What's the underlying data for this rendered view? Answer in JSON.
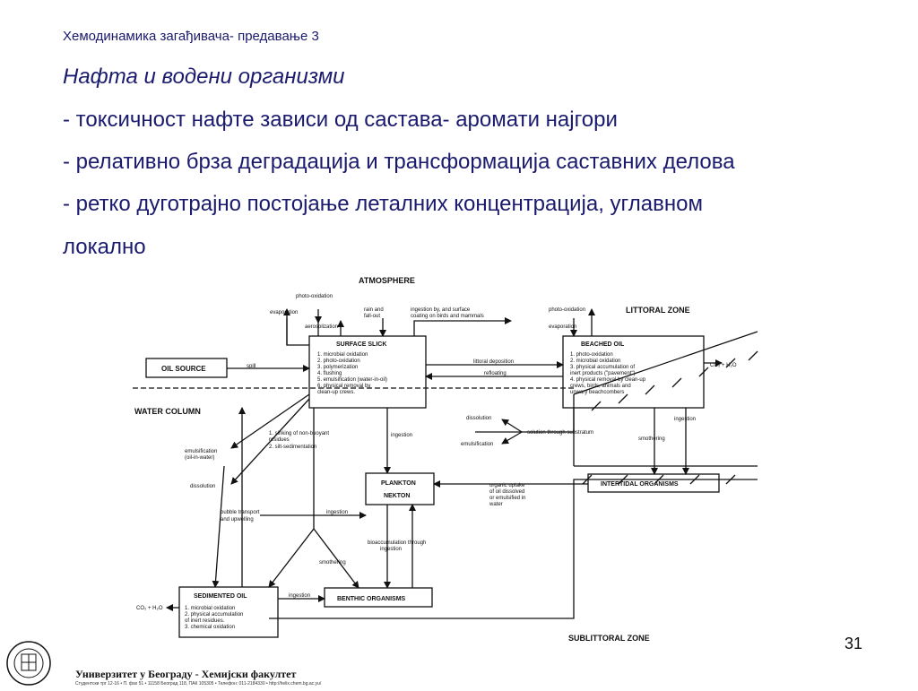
{
  "slide": {
    "header": "Хемодинамика загађивача- предавање 3",
    "title": "Нафта и водени организми",
    "bullets": [
      "- токсичност нафте зависи од састава- аромати најгори",
      "- релативно брза деградација и трансформација саставних делова",
      "- ретко дуготрајно постојање леталних концентрација, углавном",
      "локално"
    ],
    "page_number": "31"
  },
  "footer": {
    "university": "Универзитет у Београду - Хемијски факултет",
    "address": "Студентски трг 12-16 • П. фах 51 • 11158 Београд 118, ПАК 105305 • Телефон: 011-2184330 • http://helix.chem.bg.ac.yu/"
  },
  "diagram": {
    "zones": {
      "atmosphere": "ATMOSPHERE",
      "littoral": "LITTORAL ZONE",
      "water_column": "WATER COLUMN",
      "sublittoral": "SUBLITTORAL ZONE"
    },
    "boxes": {
      "oil_source": "OIL SOURCE",
      "surface_slick": {
        "title": "SURFACE SLICK",
        "items": [
          "1.  microbial oxidation",
          "2.  photo-oxidation",
          "3.  polymerization",
          "4.  flushing",
          "5.  emulsification (water-in-oil)",
          "6.  physical removal by",
          "     clean-up crews."
        ]
      },
      "beached_oil": {
        "title": "BEACHED OIL",
        "items": [
          "1.  photo-oxidation",
          "2.  microbial oxidation",
          "3.  physical accumulation of",
          "     inert products (\"pavement\")",
          "4.  physical removal by clean-up",
          "     crews, birds, animals and",
          "     unwary beachcombers"
        ]
      },
      "plankton_nekton": [
        "PLANKTON",
        "NEKTON"
      ],
      "intertidal": "INTERTIDAL ORGANISMS",
      "sedimented_oil": {
        "title": "SEDIMENTED OIL",
        "items": [
          "1.  microbial oxidation",
          "2.  physical accumulation",
          "     of inert residues.",
          "3.  chemical oxidation"
        ]
      },
      "benthic": "BENTHIC ORGANISMS"
    },
    "labels": {
      "photo_oxidation": "photo-oxidation",
      "evaporation": "evaporation",
      "aerosolization": "aerosolization",
      "rain_fallout": [
        "rain and",
        "fall-out"
      ],
      "ingestion_surface": [
        "ingestion by, and surface",
        "coating on birds and mammals"
      ],
      "photo_oxidation_2": "photo-oxidation",
      "evaporation_2": "evaporation",
      "spill": "spill",
      "littoral_deposition": "littoral deposition",
      "refloating": "refloating",
      "co2_h2o_right": "CO₂ + H₂O",
      "ingestion_right": "ingestion",
      "smothering_right": "smothering",
      "dissolution_mid": "dissolution",
      "emulsification_mid": "emulsification",
      "solution_substratum": "solution through substratum",
      "sinking": [
        "1.  sinking of non-buoyant",
        "     residues",
        "2.  silt-sedimentation"
      ],
      "ingestion_mid": "ingestion",
      "emulsification_left": [
        "emulsification",
        "(oil-in-water)"
      ],
      "dissolution_left": "dissolution",
      "organic_uptake": [
        "organic uptake",
        "of oil dissolved",
        "or emulsified in",
        "water"
      ],
      "bubble_transport": [
        "bubble transport",
        "and upwelling"
      ],
      "ingestion_low": "ingestion",
      "bioaccumulation": [
        "bioaccumulation through",
        "ingestion"
      ],
      "smothering_low": "smothering",
      "co2_h2o_left": "CO₂ + H₂O",
      "ingestion_bottom": "ingestion"
    }
  }
}
